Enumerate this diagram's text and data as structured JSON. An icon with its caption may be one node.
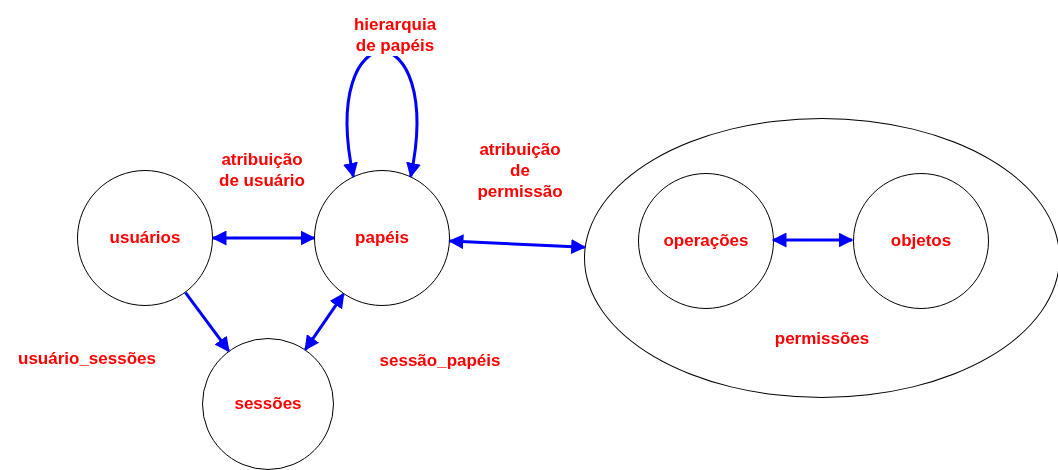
{
  "diagram": {
    "nodes": [
      {
        "text": [
          "usuários"
        ]
      },
      {
        "text": [
          "papéis"
        ]
      },
      {
        "text": [
          "sessões"
        ]
      },
      {
        "text": [
          "permissões"
        ]
      },
      {
        "text": [
          "operações"
        ],
        "in": 3
      },
      {
        "text": [
          "objetos"
        ],
        "in": 3
      }
    ],
    "edges": [
      {
        "from": 0,
        "to": 1,
        "arrow": "both",
        "label": "atribuição de usuário"
      },
      {
        "from": 1,
        "to": 1,
        "arrow": "both",
        "label": "hierarquia de papéis"
      },
      {
        "from": 1,
        "to": 3,
        "arrow": "both",
        "label": "atribuição de permissão"
      },
      {
        "from": 0,
        "to": 2,
        "arrow": "to",
        "label": "usuário_sessões"
      },
      {
        "from": 2,
        "to": 1,
        "arrow": "both",
        "label": "sessão_papéis"
      },
      {
        "from": 4,
        "to": 5,
        "arrow": "both"
      }
    ]
  }
}
